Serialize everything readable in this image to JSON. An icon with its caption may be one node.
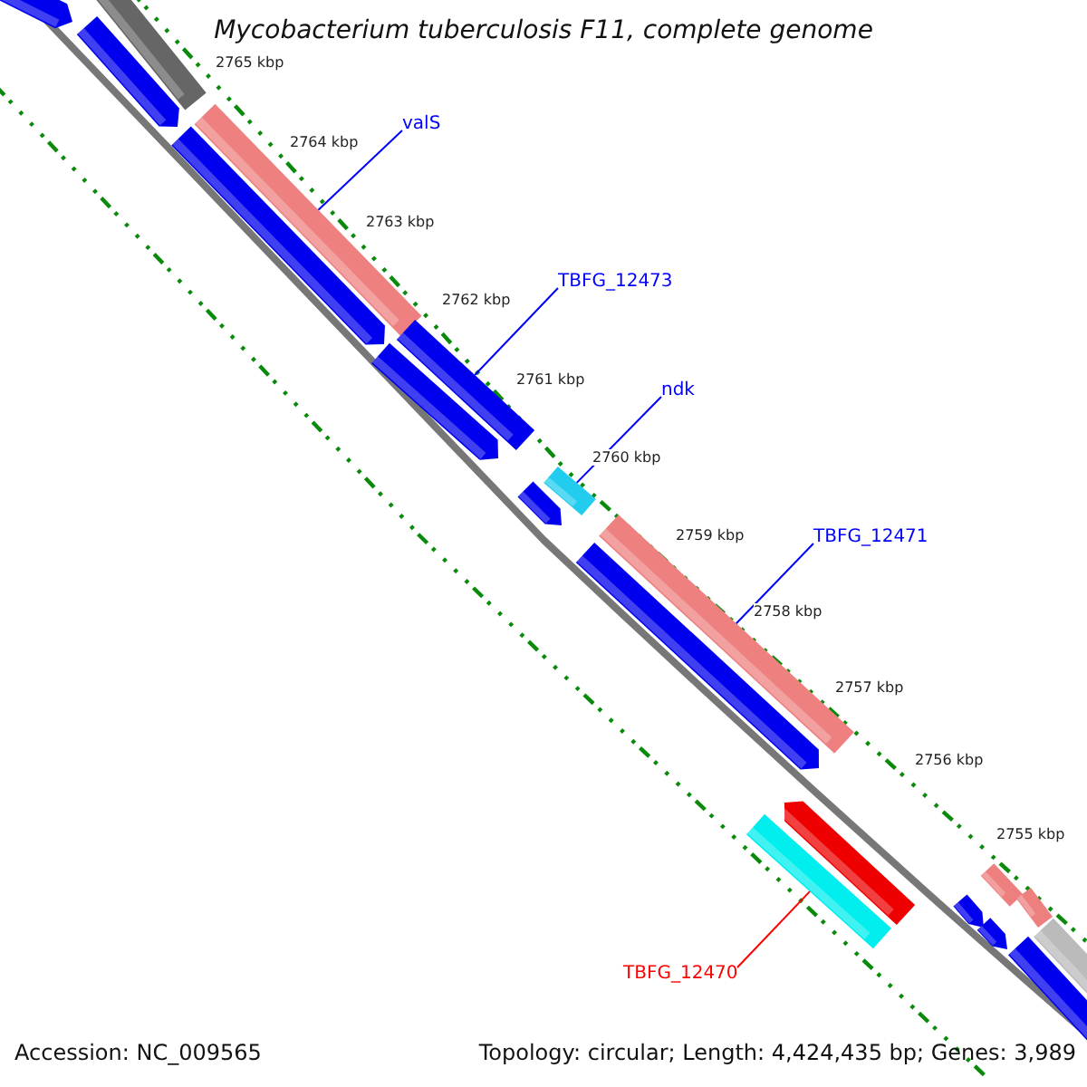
{
  "diagram": {
    "title": "Mycobacterium tuberculosis F11, complete genome",
    "nodes": [
      {
        "text": [
          "valS"
        ]
      },
      {
        "text": [],
        "shape": "bar"
      },
      {
        "text": [
          "TBFG_12473"
        ]
      },
      {
        "text": [],
        "shape": "bar"
      },
      {
        "text": [
          "ndk"
        ]
      },
      {
        "text": [],
        "shape": "bar"
      },
      {
        "text": [
          "TBFG_12471"
        ]
      },
      {
        "text": [],
        "shape": "bar"
      },
      {
        "text": [
          "TBFG_12470"
        ]
      },
      {
        "text": [],
        "shape": "bar"
      }
    ],
    "edges": [
      {
        "from": 0,
        "to": 1,
        "arrow": "none",
        "color": "#0000ff"
      },
      {
        "from": 2,
        "to": 3,
        "arrow": "none",
        "color": "#0000ff"
      },
      {
        "from": 4,
        "to": 5,
        "arrow": "none",
        "color": "#0000ff"
      },
      {
        "from": 6,
        "to": 7,
        "arrow": "none",
        "color": "#0000ff"
      },
      {
        "from": 8,
        "to": 9,
        "arrow": "none",
        "color": "#ff0000"
      }
    ],
    "labels": [
      "2765 kbp",
      "2764 kbp",
      "2763 kbp",
      "2762 kbp",
      "2761 kbp",
      "2760 kbp",
      "2759 kbp",
      "2758 kbp",
      "2757 kbp",
      "2756 kbp",
      "2755 kbp",
      "Accession: NC_009565",
      "Topology: circular; Length: 4,424,435 bp; Genes: 3,989"
    ]
  }
}
